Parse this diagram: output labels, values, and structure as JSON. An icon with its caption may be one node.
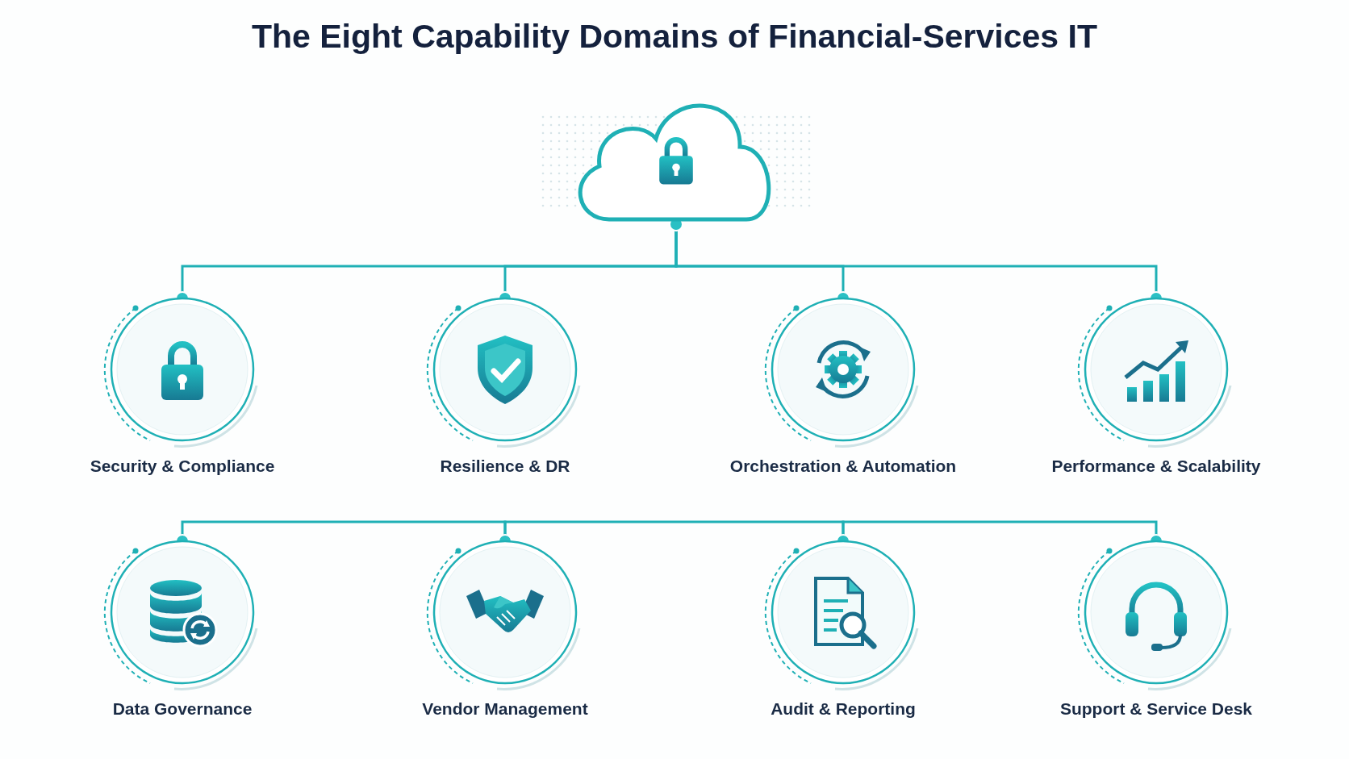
{
  "diagram": {
    "title": "The Eight Capability Domains of Financial-Services IT",
    "nodes": [
      {
        "text": [],
        "shape": "cloud"
      },
      {
        "text": [
          "Security & Compliance"
        ]
      },
      {
        "text": [
          "Resilience & DR"
        ]
      },
      {
        "text": [
          "Orchestration & Automation"
        ]
      },
      {
        "text": [
          "Performance & Scalability"
        ]
      },
      {
        "text": [
          "Data Governance"
        ]
      },
      {
        "text": [
          "Vendor Management"
        ]
      },
      {
        "text": [
          "Audit & Reporting"
        ]
      },
      {
        "text": [
          "Support & Service Desk"
        ]
      }
    ],
    "edges": [
      {
        "from": 0,
        "to": 1,
        "arrow": "none"
      },
      {
        "from": 0,
        "to": 2,
        "arrow": "none"
      },
      {
        "from": 0,
        "to": 3,
        "arrow": "none"
      },
      {
        "from": 0,
        "to": 4,
        "arrow": "none"
      },
      {
        "from": 5,
        "to": 6,
        "arrow": "none"
      },
      {
        "from": 6,
        "to": 7,
        "arrow": "none"
      },
      {
        "from": 7,
        "to": 8,
        "arrow": "none"
      }
    ]
  }
}
